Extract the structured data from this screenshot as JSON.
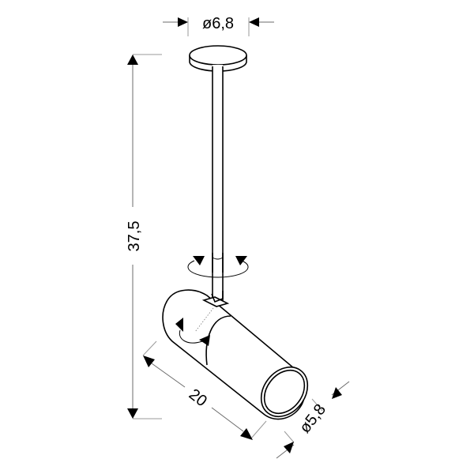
{
  "drawing": {
    "title": "Ceiling spotlight dimension drawing",
    "dimensions": {
      "mount_diameter": "ø6,8",
      "total_height": "37,5",
      "body_length": "20",
      "body_diameter": "ø5,8"
    },
    "colors": {
      "line": "#000000",
      "dimension_line": "#6b6b6b",
      "background": "#ffffff"
    }
  }
}
